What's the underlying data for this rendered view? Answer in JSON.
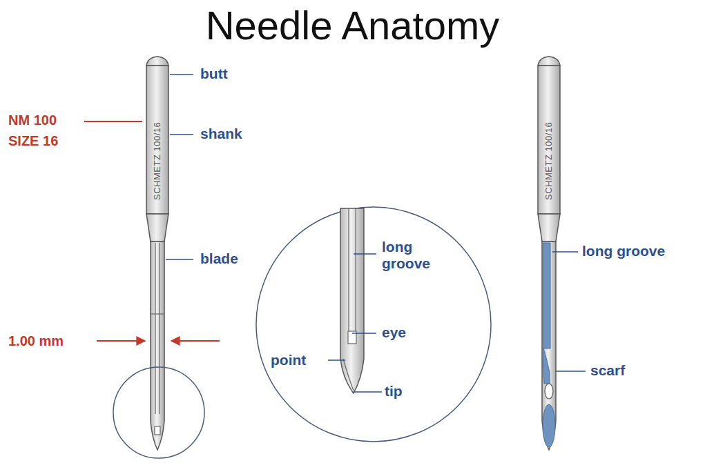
{
  "diagram": {
    "title": "Needle Anatomy",
    "labels": [
      "butt",
      "shank",
      "NM 100",
      "SIZE 16",
      "blade",
      "1.00 mm",
      "long groove",
      "eye",
      "point",
      "tip",
      "long groove",
      "scarf",
      "SCHMETZ 100/16",
      "SCHMETZ 100/16"
    ]
  }
}
